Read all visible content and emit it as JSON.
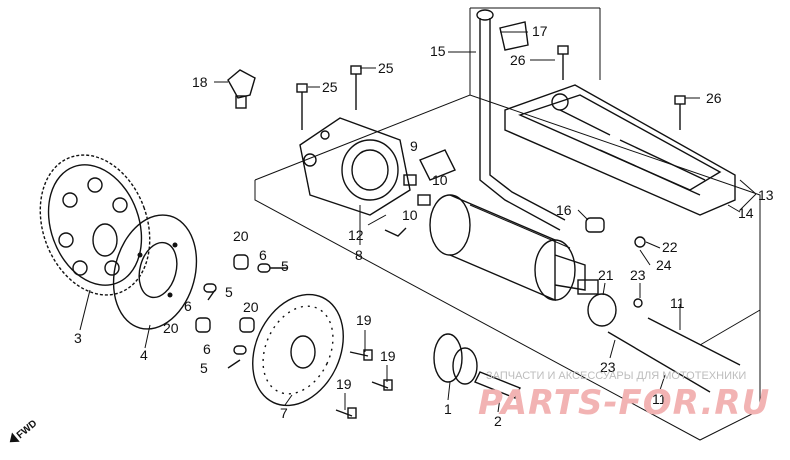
{
  "watermark": {
    "caption": "ЗАПЧАСТИ И АКСЕССУАРЫ ДЛЯ МОТОТЕХНИКИ",
    "brand": "PARTS-FOR.RU"
  },
  "direction": "FWD",
  "labels": {
    "l1": "1",
    "l2": "2",
    "l3": "3",
    "l4": "4",
    "l5a": "5",
    "l5b": "5",
    "l5c": "5",
    "l6a": "6",
    "l6b": "6",
    "l6c": "6",
    "l7": "7",
    "l8": "8",
    "l9": "9",
    "l10a": "10",
    "l10b": "10",
    "l11a": "11",
    "l11b": "11",
    "l12": "12",
    "l13": "13",
    "l14": "14",
    "l15": "15",
    "l16": "16",
    "l17": "17",
    "l18": "18",
    "l19a": "19",
    "l19b": "19",
    "l19c": "19",
    "l20a": "20",
    "l20b": "20",
    "l20c": "20",
    "l21": "21",
    "l22": "22",
    "l23a": "23",
    "l23b": "23",
    "l24": "24",
    "l25a": "25",
    "l25b": "25",
    "l26a": "26",
    "l26b": "26"
  }
}
